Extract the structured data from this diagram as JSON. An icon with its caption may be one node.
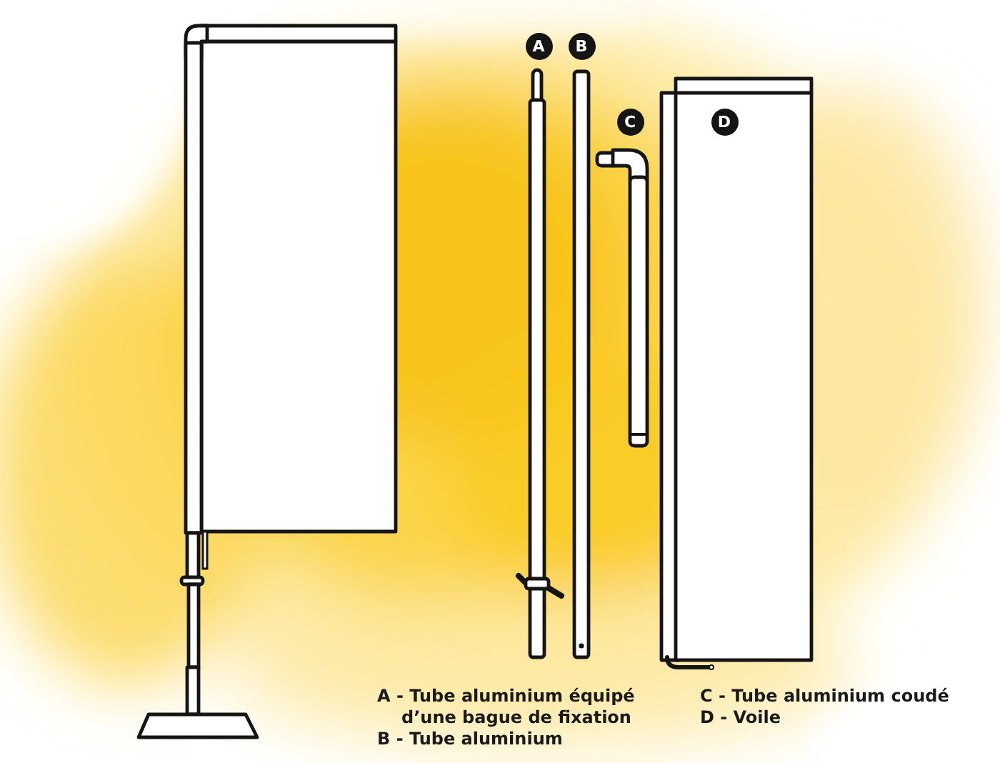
{
  "diagram": {
    "labels": [
      "A",
      "B",
      "C",
      "D",
      "A - Tube aluminium équipé d’une bague de fixation",
      "B - Tube aluminium",
      "C - Tube aluminium coudé",
      "D - Voile"
    ]
  }
}
